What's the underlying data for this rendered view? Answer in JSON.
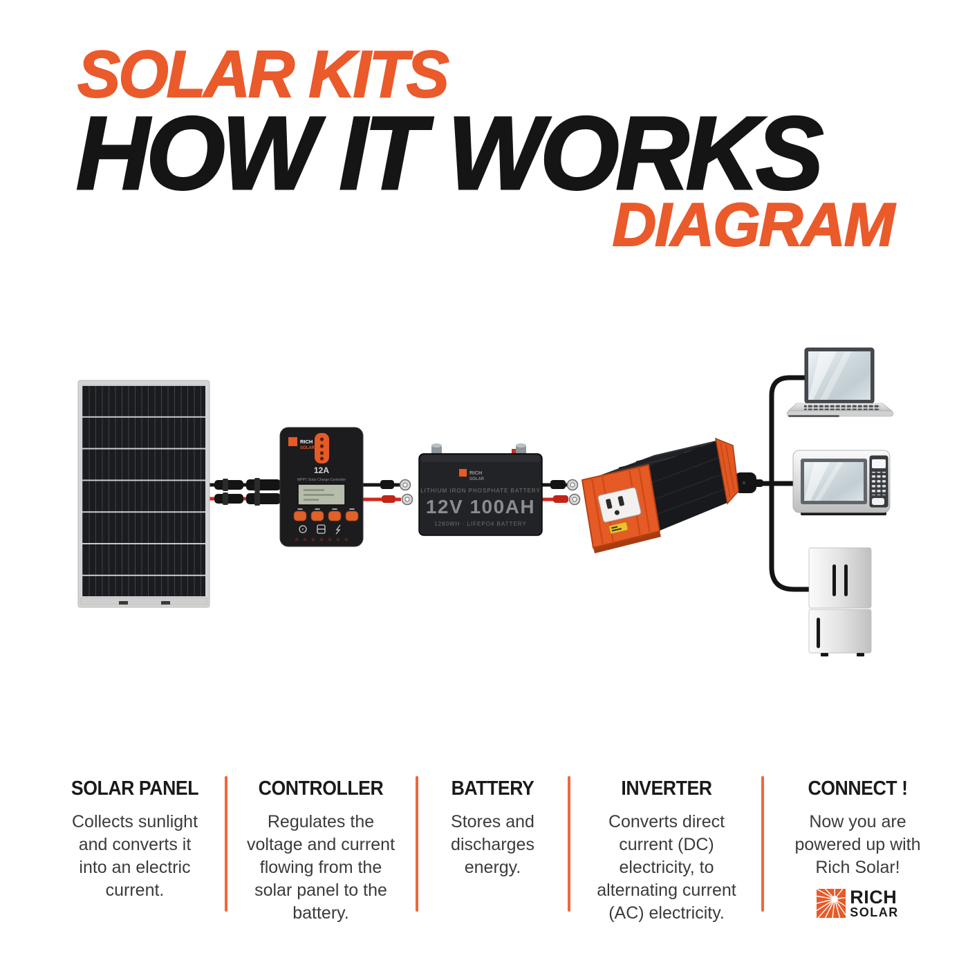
{
  "colors": {
    "accent_orange": "#EA5A2B",
    "divider_orange": "#F0673B",
    "title_black": "#151515",
    "body_text": "#3B3B3B"
  },
  "header": {
    "kicker": "SOLAR KITS",
    "title": "HOW IT WORKS",
    "subtitle": "DIAGRAM"
  },
  "brand": {
    "top": "RICH",
    "bottom": "SOLAR"
  },
  "diagram": {
    "controller": {
      "rating": "12A",
      "subtitle": "MPPT Solar Charge Controller"
    },
    "battery": {
      "type_line": "LITHIUM IRON PHOSPHATE BATTERY",
      "rating": "12V 100AH",
      "spec_line": "1280WH · LIFEPO4 BATTERY"
    }
  },
  "columns": [
    {
      "title": "SOLAR PANEL",
      "body": "Collects sunlight\nand converts it\ninto an electric\ncurrent."
    },
    {
      "title": "CONTROLLER",
      "body": "Regulates the\nvoltage and current\nflowing from the\nsolar panel to the\nbattery."
    },
    {
      "title": "BATTERY",
      "body": "Stores and\ndischarges\nenergy."
    },
    {
      "title": "INVERTER",
      "body": "Converts direct\ncurrent (DC)\nelectricity, to\nalternating current\n(AC) electricity."
    },
    {
      "title": "CONNECT !",
      "body": "Now you are\npowered up with\nRich Solar!"
    }
  ]
}
